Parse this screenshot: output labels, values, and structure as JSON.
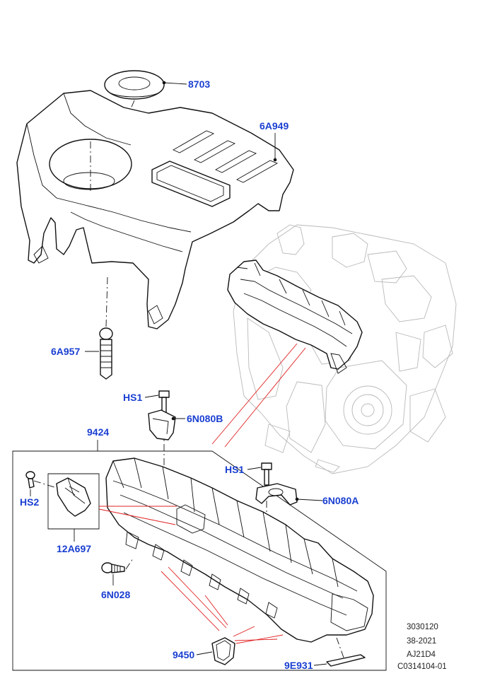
{
  "callouts": {
    "c8703": "8703",
    "c6A949": "6A949",
    "c6A957": "6A957",
    "cHS1a": "HS1",
    "c6N080B": "6N080B",
    "c9424": "9424",
    "cHS1b": "HS1",
    "c6N080A": "6N080A",
    "cHS2": "HS2",
    "c12A697": "12A697",
    "c6N028": "6N028",
    "c9450": "9450",
    "c9E931": "9E931"
  },
  "reference": {
    "line1": "3030120",
    "line2": "38-2021",
    "line3": "AJ21D4",
    "line4": "C0314104-01"
  },
  "colors": {
    "callout": "#1a3fd1",
    "guide_lines": "#e02020",
    "engine_ghost": "#b9b9b9"
  }
}
